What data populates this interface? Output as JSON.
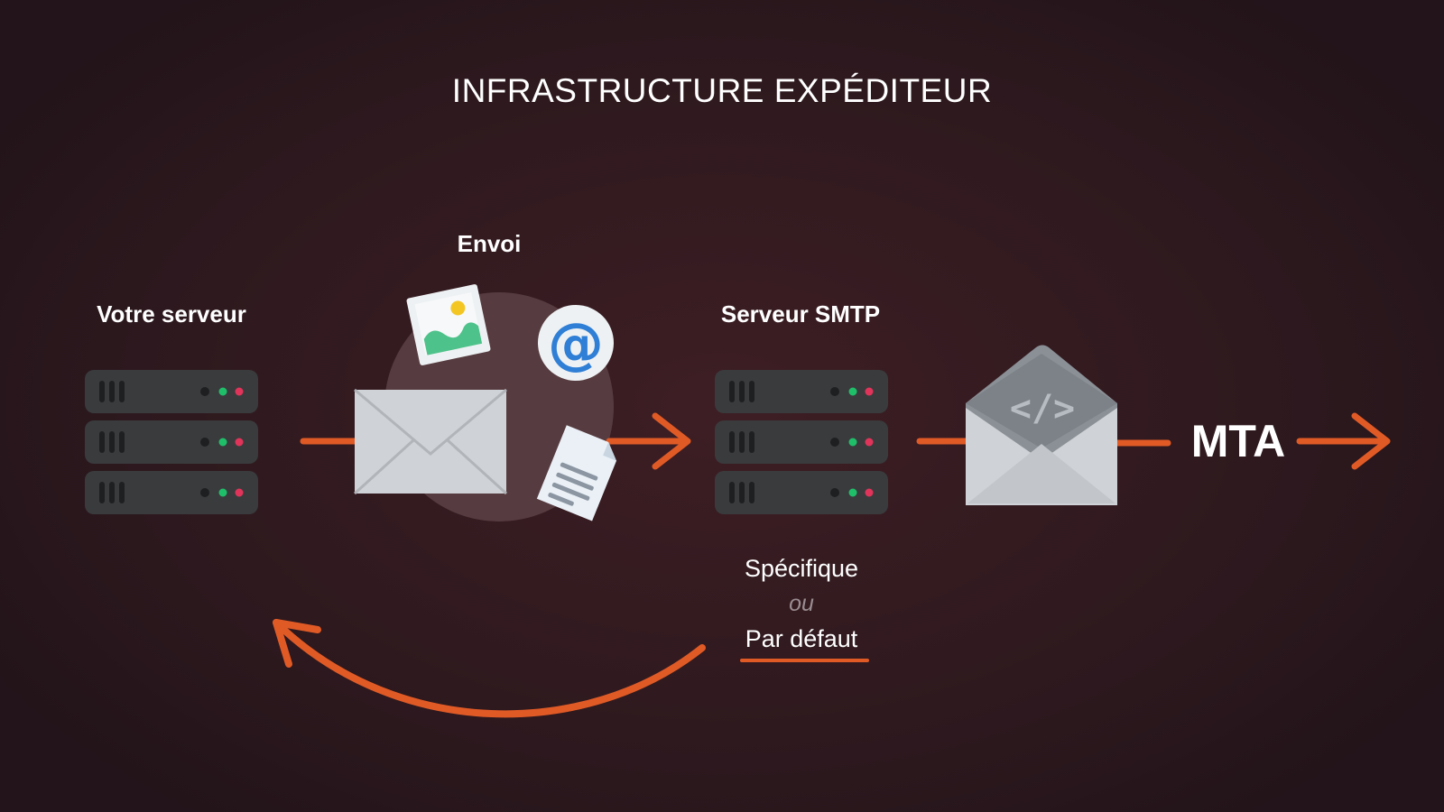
{
  "title": "INFRASTRUCTURE EXPÉDITEUR",
  "nodes": {
    "your_server": "Votre serveur",
    "sending": "Envoi",
    "smtp_server": "Serveur SMTP",
    "mta": "MTA"
  },
  "smtp_options": {
    "specific": "Spécifique",
    "or": "ou",
    "default": "Par défaut"
  },
  "icons": [
    "server-icon",
    "envelope-icon",
    "image-icon",
    "at-sign-icon",
    "document-icon",
    "server-icon",
    "open-envelope-code-icon"
  ],
  "colors": {
    "arrow": "#e05a26",
    "server_body": "#3a3b3d",
    "led_green": "#1fbf6a",
    "led_red": "#e0345a",
    "envelope": "#cfd2d6",
    "at_blue": "#2f7fd6",
    "image_green": "#4dc28a"
  }
}
